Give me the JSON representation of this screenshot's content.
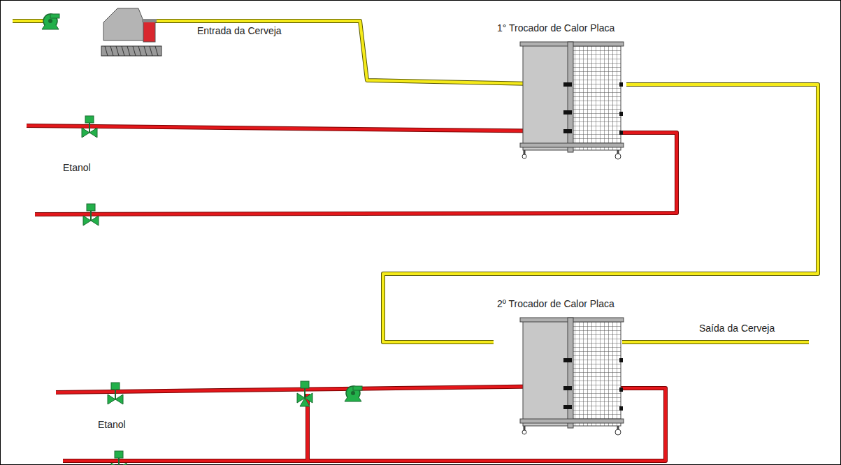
{
  "diagram": {
    "nodes": [
      {
        "text": [
          "1° Trocador de Calor Placa"
        ]
      },
      {
        "text": [
          "2º Trocador de Calor Placa"
        ]
      }
    ],
    "edges": [
      {
        "from": 0,
        "to": 1,
        "arrow": "none"
      }
    ],
    "labels": [
      "Entrada da Cerveja",
      "Etanol",
      "Etanol",
      "Saída da Cerveja"
    ]
  }
}
